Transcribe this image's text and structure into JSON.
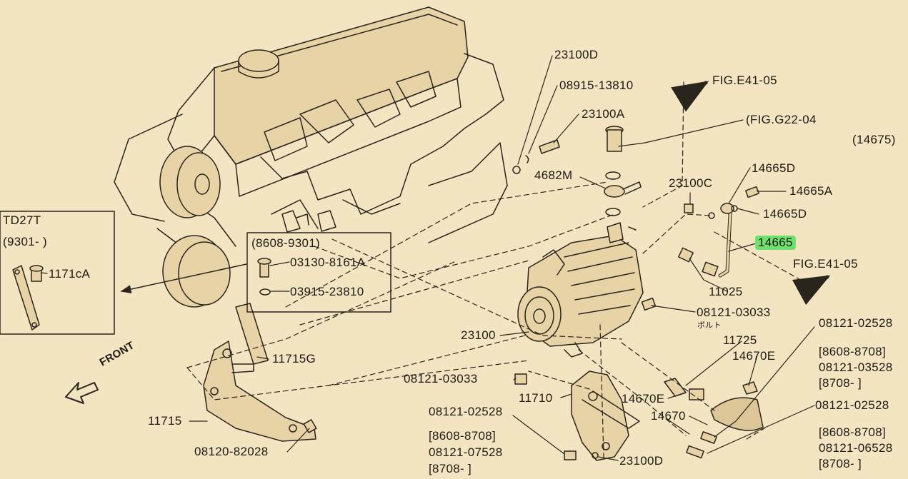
{
  "diagram": {
    "variant_box": {
      "engine": "TD27T",
      "period": "(9301-    )",
      "part": "1171cA"
    },
    "inset_box": {
      "period": "(8608-9301)",
      "parts": [
        "03130-8161A",
        "03915-23810"
      ]
    },
    "front_label": "FRONT",
    "references": [
      "FIG.E41-05",
      "(FIG.G22-04",
      "(14675)",
      "FIG.E41-05"
    ],
    "part_labels": [
      "23100D",
      "08915-13810",
      "23100A",
      "4682M",
      "23100C",
      "14665D",
      "14665A",
      "14665D",
      "14665",
      "11025",
      "08121-03033",
      "ボルト",
      "23100",
      "11725",
      "14670E",
      "11715G",
      "08121-03033",
      "11710",
      "14670E",
      "14670",
      "11715",
      "08120-82028",
      "08121-02528",
      "23100D",
      "08121-02528",
      "[8608-8708]",
      "08121-03528",
      "[8708-    ]",
      "08121-02528",
      "[8608-8708]",
      "08121-06528",
      "[8708-    ]",
      "[8608-8708]",
      "08121-07528",
      "[8708-    ]"
    ],
    "highlighted_part": "14665",
    "colors": {
      "background": "#f3e4c2",
      "line": "#2a251c",
      "highlight": "#6ee06e",
      "part_fill": "#e7d3a6"
    }
  }
}
